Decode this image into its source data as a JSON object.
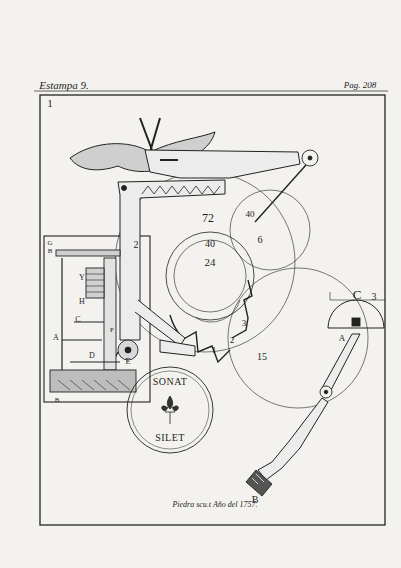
{
  "diagram": {
    "nodes": [
      {
        "text": [
          "SONAT",
          "SILET"
        ]
      }
    ],
    "labels": [
      "Estampa 9.",
      "Pag. 208",
      "1",
      "2",
      "3",
      "72",
      "40",
      "24",
      "40",
      "6",
      "15",
      "1",
      "2",
      "3",
      "G",
      "B",
      "Y",
      "H",
      "C",
      "F",
      "A",
      "D",
      "E",
      "B",
      "C",
      "A",
      "B",
      "Piedra scu.t Año del 1757."
    ]
  }
}
